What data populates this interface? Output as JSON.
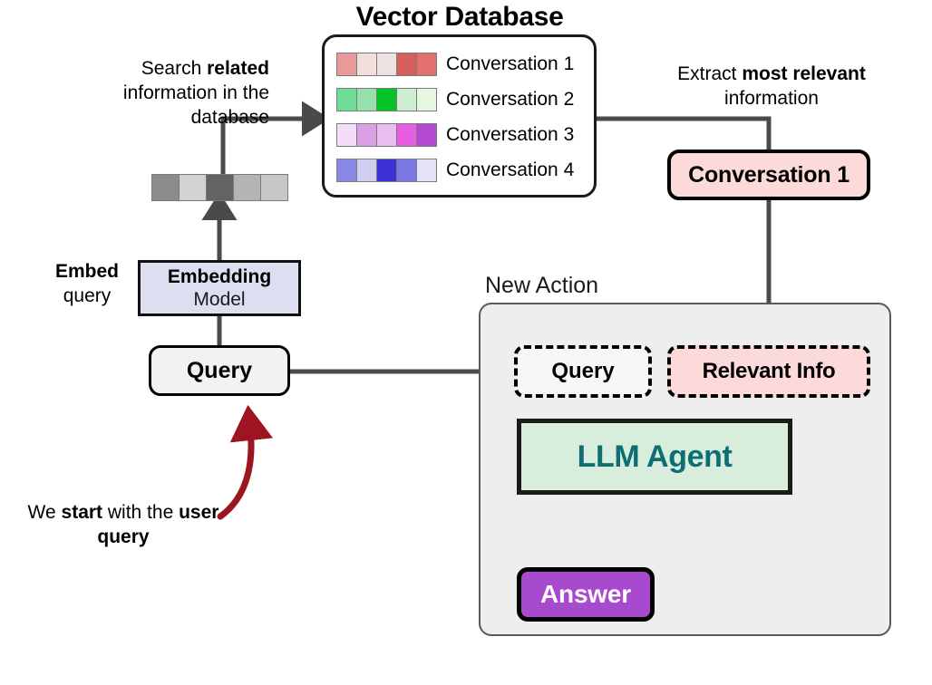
{
  "diagram": {
    "vector_database": {
      "title": "Vector Database",
      "rows": [
        {
          "label": "Conversation 1",
          "colors": [
            "#e8999a",
            "#f2dedd",
            "#eee2e0",
            "#d45f5c",
            "#e3706d"
          ]
        },
        {
          "label": "Conversation 2",
          "colors": [
            "#6edd96",
            "#96e0ab",
            "#05c326",
            "#cdecd0",
            "#e5f7e1"
          ]
        },
        {
          "label": "Conversation 3",
          "colors": [
            "#f6dcfb",
            "#d9a0e6",
            "#e9bdf0",
            "#e85ee0",
            "#b449d4"
          ]
        },
        {
          "label": "Conversation 4",
          "colors": [
            "#8a86e4",
            "#cfcef1",
            "#3a30d6",
            "#7a76e2",
            "#e4e3f6"
          ]
        }
      ]
    },
    "query_vector": {
      "name": "query-embedding-vector",
      "colors": [
        "#8c8c8c",
        "#d2d2d2",
        "#636363",
        "#b4b4b4",
        "#c6c6c6"
      ]
    },
    "captions": {
      "search": {
        "pre": "Search ",
        "bold": "related",
        "post": " information in the database"
      },
      "extract": {
        "pre": "Extract ",
        "bold": "most relevant",
        "post": " information"
      },
      "embed": {
        "bold": "Embed",
        "post": " query"
      },
      "start": {
        "pre": "We ",
        "bold": "start",
        "mid": " with the ",
        "bold2": "user query"
      }
    },
    "embedding_model": {
      "line1": "Embedding",
      "line2": "Model"
    },
    "query_box_label": "Query",
    "retrieved_conversation_label": "Conversation 1",
    "new_action": {
      "panel_label": "New Action",
      "query_label": "Query",
      "relevant_info_label": "Relevant Info",
      "llm_agent_label": "LLM Agent",
      "answer_label": "Answer"
    },
    "colors": {
      "arrow_gray": "#4a4a4a",
      "highlight_red": "#9c1520",
      "llm_text_teal": "#0d6f74",
      "answer_purple": "#a84ad0",
      "relevant_pink": "#fcdada",
      "embedding_lavender": "#dcdff0",
      "llm_green": "#d9eddc",
      "panel_gray": "#eeeeee"
    }
  }
}
